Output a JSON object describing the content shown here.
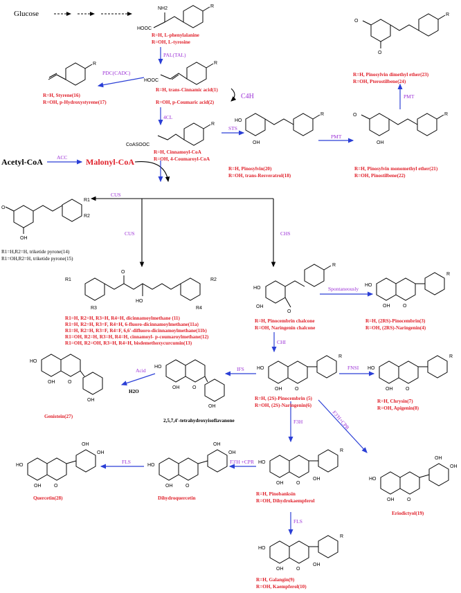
{
  "start": {
    "glucose": "Glucose"
  },
  "compounds": {
    "phe": [
      "R=H, L-phenylalanine",
      "R=OH, L-tyrosine"
    ],
    "cinn": [
      "R=H, trans-Cinnamic acid(1)",
      "R=OH, p-Coumaric acid(2)"
    ],
    "styrene": [
      "R=H, Styrene(16)",
      "R=OH, p-Hydroxystyrene(17)"
    ],
    "coa": [
      "R=H, Cinnamoyl-CoA",
      "R=OH, 4-Coumaroyl-CoA"
    ],
    "pinosylvin": [
      "R=H, Pinosylvin(20)",
      "R=OH, trans-Resveratrol(18)"
    ],
    "monomethyl": [
      "R=H, Pinosylvin monomethyl ether(21)",
      "R=OH, Pinostilbene(22)"
    ],
    "dimethyl": [
      "R=H, Pinosylvin dimethyl ether(23)",
      "R=OH, Pterostilbene(24)"
    ],
    "pyrone": [
      "R1=H,R2=H, triketide pyrone(14)",
      "R1=OH,R2=H, triketide pyrone(15)"
    ],
    "curcumin": [
      "R1=H, R2=H, R3=H, R4=H, dicinnamoylmethane (11)",
      "R1=H, R2=H, R3=F, R4=H, 6-fluoro-dicinnamoylmethane(11a)",
      "R1=H, R2=H, R3=F, R4=F, 6,6'-difluoro-dicinnamoylmethane(11b)",
      "R1=OH, R2=H, R3=H, R4=H, cinnamoyl- p-coumaroylmethane(12)",
      "R1=OH, R2=OH, R3=H, R4=H, bisdemethoxycurcumin(13)"
    ],
    "chalcone": [
      "R=H, Pinocembrin chalcone",
      "R=OH, Naringenin chalcone"
    ],
    "racemic": [
      "R=H, (2RS)-Pinocembrin(3)",
      "R=OH, (2RS)-Naringenin(4)"
    ],
    "flavanone": [
      "R=H, (2S)-Pinocembrin (5)",
      "R=OH, (2S)-Naringenin(6)"
    ],
    "flavone": [
      "R=H, Chrysin(7)",
      "R=OH, Apigenin(8)"
    ],
    "isoflavanone": "2,5,7,4'-tetrahydroxyisoflavanone",
    "genistein": "Genistein(27)",
    "water": "H2O",
    "eriodictyol": "Eriodictyol(19)",
    "dihydro": [
      "R=H, Pinobanksin",
      "R=OH, Dihydrokaempferol"
    ],
    "dihydroquercetin": "Dihydroquercetin",
    "quercetin": "Quercetin(28)",
    "flavonol": [
      "R=H, Galangin(9)",
      "R=OH, Kaempferol(10)"
    ],
    "acetyl": "Acetyl-CoA",
    "malonyl": "Malonyl-CoA"
  },
  "enzymes": {
    "pal": "PAL(TAL)",
    "pdc": "PDC(CADC)",
    "c4h": "C4H",
    "fourcl": "4CL",
    "sts": "STS",
    "pmt1": "PMT",
    "pmt2": "PMT",
    "acc": "ACC",
    "cus1": "CUS",
    "cus2": "CUS",
    "chs": "CHS",
    "spont": "Spontaneously",
    "chi": "CHI",
    "fns": "FNSI",
    "ifs": "IFS",
    "acid": "Acid",
    "f3h": "F3H",
    "f3h_cpr": "F3'H+CPR",
    "f3h_cpr2": "F3'H +CPR",
    "fls1": "FLS",
    "fls2": "FLS"
  },
  "atoms": {
    "R": "R",
    "R1": "R1",
    "R2": "R2",
    "R3": "R3",
    "R4": "R4",
    "OH": "OH",
    "HO": "HO",
    "O": "O",
    "NH2": "NH2",
    "HOOC": "HOOC",
    "CoASOOC": "CoASOOC"
  }
}
